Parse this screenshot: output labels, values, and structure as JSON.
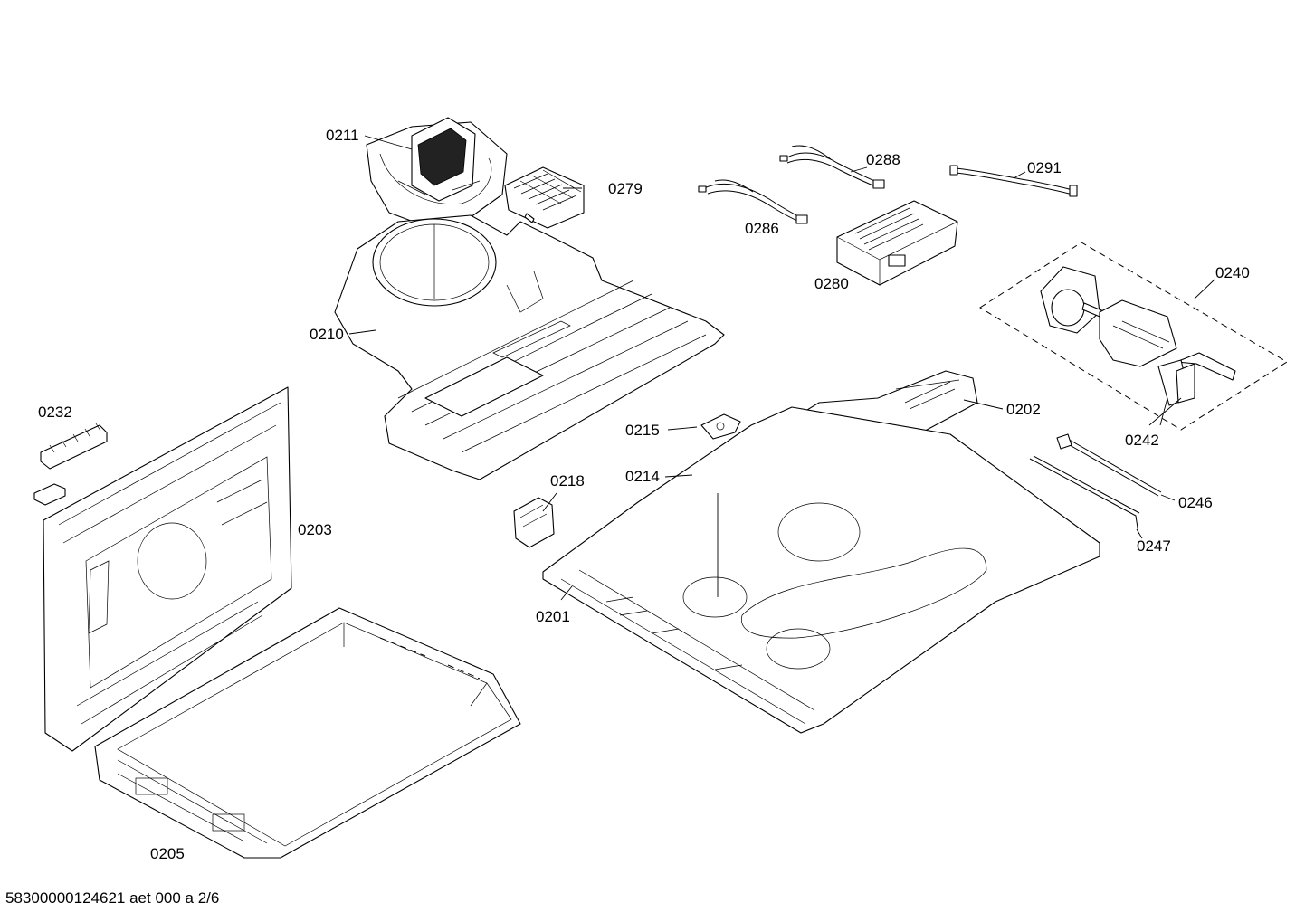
{
  "diagram": {
    "parts": {
      "p0211": "0211",
      "p0279": "0279",
      "p0288": "0288",
      "p0291": "0291",
      "p0286": "0286",
      "p0280": "0280",
      "p0240": "0240",
      "p0210": "0210",
      "p0202": "0202",
      "p0215": "0215",
      "p0232": "0232",
      "p0242": "0242",
      "p0218": "0218",
      "p0214": "0214",
      "p0246": "0246",
      "p0203": "0203",
      "p0247": "0247",
      "p0201": "0201",
      "p0205": "0205"
    }
  },
  "footer": {
    "doc_ref": "58300000124621 aet 000 a 2/6"
  }
}
